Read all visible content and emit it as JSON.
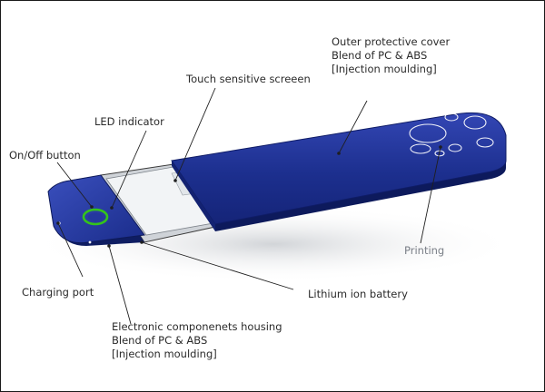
{
  "colors": {
    "cover_blue": "#1c2f8e",
    "cover_edge": "#0d1a5c",
    "led_green": "#34c41a",
    "screen": "#eef0f2",
    "label_text": "#2b2b2b",
    "printing_label": "#7a7f87"
  },
  "labels": {
    "outer_cover": {
      "line1": "Outer protective cover",
      "line2": "Blend of PC & ABS",
      "line3": "[Injection moulding]"
    },
    "touch_screen": "Touch sensitive screeen",
    "led_indicator": "LED indicator",
    "onoff_button": "On/Off button",
    "printing": "Printing",
    "charging_port": "Charging port",
    "battery": "Lithium ion battery",
    "electronic_housing": {
      "line1": "Electronic componenets housing",
      "line2": "Blend of PC & ABS",
      "line3": "[Injection moulding]"
    }
  },
  "icons": {
    "power": "power-ring-icon",
    "printing": "bubble-circles-icon"
  }
}
